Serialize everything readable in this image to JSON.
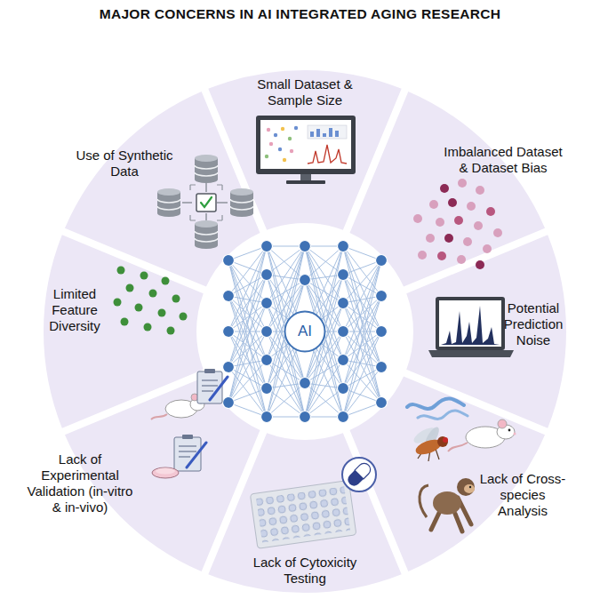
{
  "diagram": {
    "title": "MAJOR CONCERNS IN AI INTEGRATED AGING RESEARCH",
    "nodes": [
      {
        "text": [
          "Small Dataset & Sample Size"
        ]
      },
      {
        "text": [
          "Imbalanced Dataset & Dataset Bias"
        ]
      },
      {
        "text": [
          "Potential Prediction Noise"
        ]
      },
      {
        "text": [
          "Lack of Cross-species Analysis"
        ]
      },
      {
        "text": [
          "Lack of Cytoxicity Testing"
        ]
      },
      {
        "text": [
          "Lack of Experimental Validation (in-vitro & in-vivo)"
        ]
      },
      {
        "text": [
          "Limited Feature Diversity"
        ]
      },
      {
        "text": [
          "Use of Synthetic Data"
        ]
      },
      {
        "text": [
          "AI"
        ]
      }
    ]
  }
}
